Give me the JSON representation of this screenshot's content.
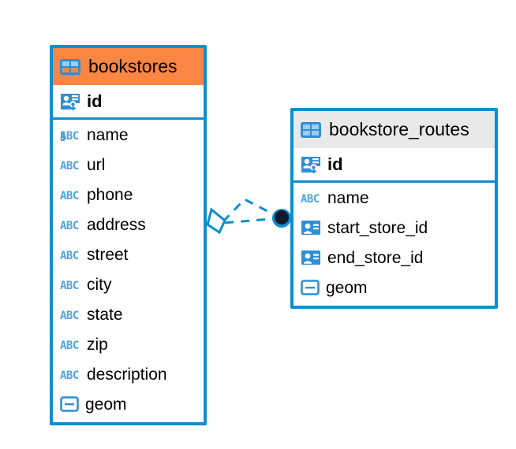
{
  "diagram": {
    "type": "entity-relationship-diagram",
    "background": "#ffffff",
    "colors": {
      "border_blue": "#0d8ecf",
      "header_selected_orange": "#fb8543",
      "header_plain_gray": "#e9e9e9",
      "icon_blue": "#2f8fd4",
      "relationship_line": "#0d8ecf",
      "endpoint_dot": "#111a2b",
      "text": "#000000"
    }
  },
  "entities": [
    {
      "name": "bookstores",
      "selected": true,
      "header_icon": "table-icon",
      "primary_key": {
        "label": "id",
        "icon": "primary-key-icon",
        "type": "pk"
      },
      "fields": [
        {
          "label": "name",
          "icon": "text-abc-icon",
          "type": "text"
        },
        {
          "label": "url",
          "icon": "text-abc-icon",
          "type": "text"
        },
        {
          "label": "phone",
          "icon": "text-abc-icon",
          "type": "text"
        },
        {
          "label": "address",
          "icon": "text-abc-icon",
          "type": "text"
        },
        {
          "label": "street",
          "icon": "text-abc-icon",
          "type": "text"
        },
        {
          "label": "city",
          "icon": "text-abc-icon",
          "type": "text"
        },
        {
          "label": "state",
          "icon": "text-abc-icon",
          "type": "text"
        },
        {
          "label": "zip",
          "icon": "text-abc-icon",
          "type": "text"
        },
        {
          "label": "description",
          "icon": "text-abc-icon",
          "type": "text"
        },
        {
          "label": "geom",
          "icon": "geometry-icon",
          "type": "geometry"
        }
      ]
    },
    {
      "name": "bookstore_routes",
      "selected": false,
      "header_icon": "table-icon",
      "primary_key": {
        "label": "id",
        "icon": "primary-key-icon",
        "type": "pk"
      },
      "fields": [
        {
          "label": "name",
          "icon": "text-abc-icon",
          "type": "text"
        },
        {
          "label": "start_store_id",
          "icon": "foreign-key-icon",
          "type": "fk"
        },
        {
          "label": "end_store_id",
          "icon": "foreign-key-icon",
          "type": "fk"
        },
        {
          "label": "geom",
          "icon": "geometry-icon",
          "type": "geometry"
        }
      ]
    }
  ],
  "relationships": [
    {
      "from_entity": "bookstore_routes",
      "to_entity": "bookstores",
      "style": "dashed",
      "source_marker": "filled-circle",
      "target_marker": "crows-foot"
    }
  ]
}
